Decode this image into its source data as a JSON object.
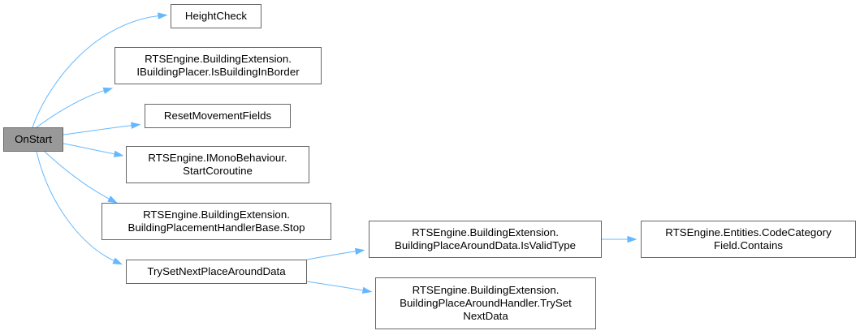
{
  "graph": {
    "edge_color": "#63b8ff",
    "root_fill": "#999999",
    "node_border": "#666666",
    "nodes": {
      "onstart": {
        "lines": [
          "OnStart"
        ]
      },
      "heightcheck": {
        "lines": [
          "HeightCheck"
        ]
      },
      "isbuildinginborder": {
        "lines": [
          "RTSEngine.BuildingExtension.",
          "IBuildingPlacer.IsBuildingInBorder"
        ]
      },
      "resetmovementfields": {
        "lines": [
          "ResetMovementFields"
        ]
      },
      "startcoroutine": {
        "lines": [
          "RTSEngine.IMonoBehaviour.",
          "StartCoroutine"
        ]
      },
      "stop": {
        "lines": [
          "RTSEngine.BuildingExtension.",
          "BuildingPlacementHandlerBase.Stop"
        ]
      },
      "trysetnextplacearounddata": {
        "lines": [
          "TrySetNextPlaceAroundData"
        ]
      },
      "isvalidtype": {
        "lines": [
          "RTSEngine.BuildingExtension.",
          "BuildingPlaceAroundData.IsValidType"
        ]
      },
      "contains": {
        "lines": [
          "RTSEngine.Entities.CodeCategory",
          "Field.Contains"
        ]
      },
      "trysetnextdata": {
        "lines": [
          "RTSEngine.BuildingExtension.",
          "BuildingPlaceAroundHandler.TrySet",
          "NextData"
        ]
      }
    },
    "edges": [
      [
        "onstart",
        "heightcheck"
      ],
      [
        "onstart",
        "isbuildinginborder"
      ],
      [
        "onstart",
        "resetmovementfields"
      ],
      [
        "onstart",
        "startcoroutine"
      ],
      [
        "onstart",
        "stop"
      ],
      [
        "onstart",
        "trysetnextplacearounddata"
      ],
      [
        "trysetnextplacearounddata",
        "isvalidtype"
      ],
      [
        "trysetnextplacearounddata",
        "trysetnextdata"
      ],
      [
        "isvalidtype",
        "contains"
      ]
    ]
  }
}
